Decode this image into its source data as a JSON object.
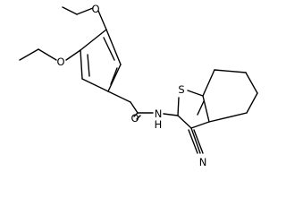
{
  "atoms": {
    "o_top": "O",
    "o_left": "O",
    "o_carbonyl": "O",
    "s_thiophene": "S",
    "nh": "N",
    "nh_h": "H",
    "nitrile_n": "N"
  }
}
